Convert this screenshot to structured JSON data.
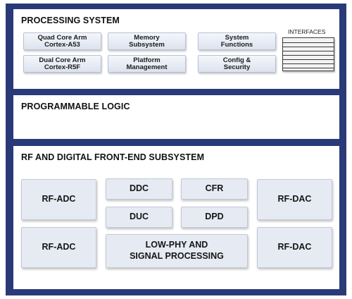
{
  "processing_system": {
    "title": "PROCESSING SYSTEM",
    "blocks": {
      "quad_core": "Quad Core Arm\nCortex-A53",
      "dual_core": "Dual Core Arm\nCortex-R5F",
      "memory": "Memory\nSubsystem",
      "platform": "Platform\nManagement",
      "system_functions": "System\nFunctions",
      "config_security": "Config &\nSecurity"
    },
    "interfaces_label": "INTERFACES"
  },
  "programmable_logic": {
    "title": "PROGRAMMABLE LOGIC"
  },
  "rf_subsystem": {
    "title": "RF AND DIGITAL FRONT-END SUBSYSTEM",
    "blocks": {
      "rf_adc_top": "RF-ADC",
      "rf_adc_bottom": "RF-ADC",
      "ddc": "DDC",
      "cfr": "CFR",
      "duc": "DUC",
      "dpd": "DPD",
      "low_phy": "LOW-PHY AND\nSIGNAL PROCESSING",
      "rf_dac_top": "RF-DAC",
      "rf_dac_bottom": "RF-DAC"
    }
  },
  "colors": {
    "frame": "#2a3a78",
    "block_fill": "#e6eaf2",
    "panel": "#ffffff"
  }
}
